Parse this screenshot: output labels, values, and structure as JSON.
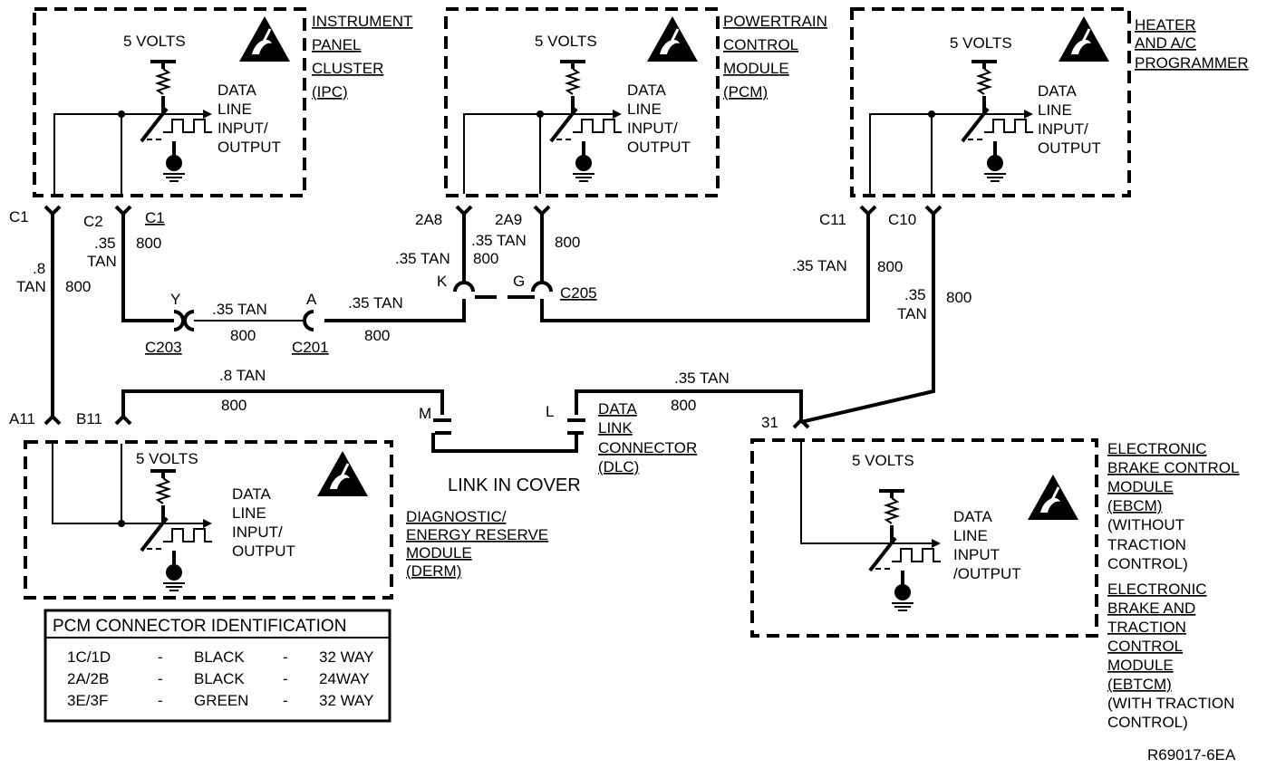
{
  "modules": {
    "ipc": {
      "name": [
        "INSTRUMENT",
        "PANEL",
        "CLUSTER",
        "(IPC)"
      ],
      "volts": "5 VOLTS",
      "data_line": [
        "DATA",
        "LINE",
        "INPUT/",
        "OUTPUT"
      ]
    },
    "pcm": {
      "name": [
        "POWERTRAIN",
        "CONTROL",
        "MODULE",
        "(PCM)"
      ],
      "volts": "5 VOLTS",
      "data_line": [
        "DATA",
        "LINE",
        "INPUT/",
        "OUTPUT"
      ]
    },
    "hvac": {
      "name": [
        "HEATER",
        "AND A/C",
        "PROGRAMMER"
      ],
      "volts": "5 VOLTS",
      "data_line": [
        "DATA",
        "LINE",
        "INPUT/",
        "OUTPUT"
      ]
    },
    "derm": {
      "name": [
        "DIAGNOSTIC/",
        "ENERGY RESERVE",
        "MODULE",
        "(DERM)"
      ],
      "volts": "5 VOLTS",
      "data_line": [
        "DATA",
        "LINE",
        "INPUT/",
        "OUTPUT"
      ]
    },
    "ebcm": {
      "name": [
        "ELECTRONIC",
        "BRAKE CONTROL",
        "MODULE",
        "(EBCM)",
        "(WITHOUT",
        "TRACTION",
        "CONTROL)",
        "ELECTRONIC",
        "BRAKE AND",
        "TRACTION",
        "CONTROL",
        "MODULE",
        "(EBTCM)",
        "(WITH TRACTION",
        "CONTROL)"
      ],
      "volts": "5 VOLTS",
      "data_line": [
        "DATA",
        "LINE",
        "INPUT",
        "/OUTPUT"
      ]
    }
  },
  "pins": {
    "ipc_c1": "C1",
    "ipc_c2": "C2",
    "ipc_c1b": "C1",
    "pcm_2a8": "2A8",
    "pcm_2a9": "2A9",
    "hvac_c11": "C11",
    "hvac_c10": "C10",
    "derm_a11": "A11",
    "derm_b11": "B11",
    "ebcm_31": "31",
    "dlc_m": "M",
    "dlc_l": "L",
    "c203_y": "Y",
    "c201_a": "A",
    "c205_k": "K",
    "c205_g": "G"
  },
  "wires": {
    "w1_size": ".8",
    "w1_color": "TAN",
    "w1_circuit": "800",
    "w2_size": ".35",
    "w2_color": "TAN",
    "w2_circuit": "800",
    "w3_circuit": "800",
    "w4": ".35 TAN",
    "w4_circuit": "800",
    "w5": ".35 TAN",
    "w5_circuit": "800",
    "w6": ".35 TAN",
    "w6_circuit": "800",
    "w7": ".35 TAN",
    "w7_circuit": "800",
    "w8": ".35 TAN",
    "w8_circuit": "800",
    "w9_size": ".35",
    "w9_color": "TAN",
    "w9_circuit": "800",
    "w10": ".8 TAN",
    "w10_circuit": "800",
    "w11": ".35 TAN",
    "w11_circuit": "800"
  },
  "connectors": {
    "c203": "C203",
    "c201": "C201",
    "c205": "C205",
    "dlc": [
      "DATA",
      "LINK",
      "CONNECTOR",
      "(DLC)"
    ],
    "link": "LINK IN COVER"
  },
  "pcm_table": {
    "title": "PCM CONNECTOR IDENTIFICATION",
    "rows": [
      [
        "1C/1D",
        "-",
        "BLACK",
        "-",
        "32 WAY"
      ],
      [
        "2A/2B",
        "-",
        "BLACK",
        "-",
        "24WAY"
      ],
      [
        "3E/3F",
        "-",
        "GREEN",
        "-",
        "32 WAY"
      ]
    ]
  },
  "figure_id": "R69017-6EA"
}
